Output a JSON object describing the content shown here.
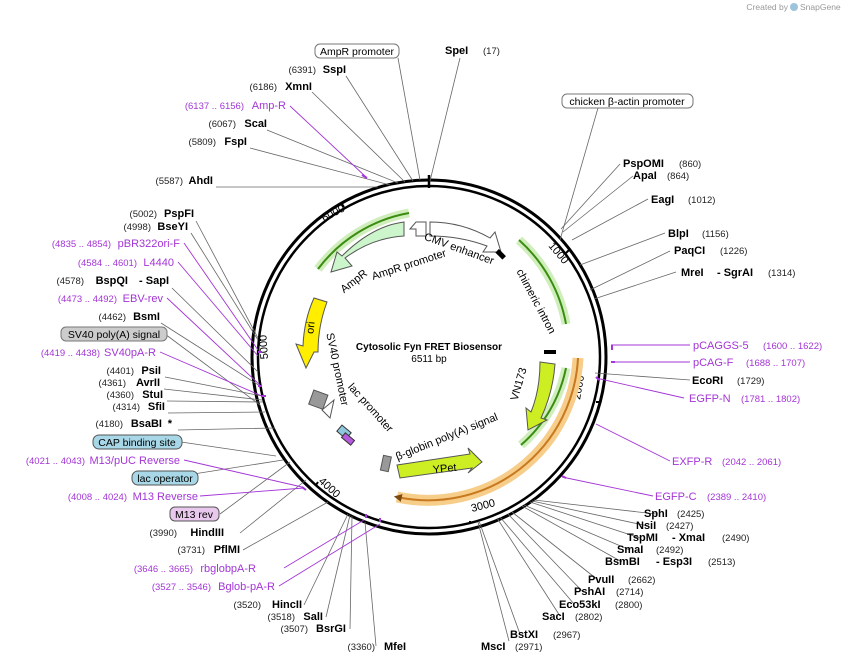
{
  "credit": {
    "prefix": "Created by",
    "brand": "SnapGene"
  },
  "plasmid": {
    "name": "Cytosolic Fyn FRET Biosensor",
    "length": "6511 bp"
  },
  "ticks": [
    "1000",
    "2000",
    "3000",
    "4000",
    "5000",
    "6000"
  ],
  "enzymes": [
    {
      "name": "SpeI",
      "pos": "(17)"
    },
    {
      "name": "SspI",
      "pos": "(6391)"
    },
    {
      "name": "XmnI",
      "pos": "(6186)"
    },
    {
      "name": "ScaI",
      "pos": "(6067)"
    },
    {
      "name": "FspI",
      "pos": "(5809)"
    },
    {
      "name": "AhdI",
      "pos": "(5587)"
    },
    {
      "name": "PspFI",
      "pos": "(5002)"
    },
    {
      "name": "BseYI",
      "pos": "(4998)"
    },
    {
      "name": "BspQI",
      "suffix": "- SapI",
      "pos": "(4578)"
    },
    {
      "name": "BsmI",
      "pos": "(4462)"
    },
    {
      "name": "PsiI",
      "pos": "(4401)"
    },
    {
      "name": "AvrII",
      "pos": "(4361)"
    },
    {
      "name": "StuI",
      "pos": "(4360)"
    },
    {
      "name": "SfiI",
      "pos": "(4314)"
    },
    {
      "name": "BsaBI",
      "suffix": "*",
      "pos": "(4180)"
    },
    {
      "name": "HindIII",
      "pos": "(3990)"
    },
    {
      "name": "PflMI",
      "pos": "(3731)"
    },
    {
      "name": "HincII",
      "pos": "(3520)"
    },
    {
      "name": "SalI",
      "pos": "(3518)"
    },
    {
      "name": "BsrGI",
      "pos": "(3507)"
    },
    {
      "name": "MfeI",
      "pos": "(3360)"
    },
    {
      "name": "MscI",
      "pos": "(2971)"
    },
    {
      "name": "BstXI",
      "pos": "(2967)"
    },
    {
      "name": "SacI",
      "pos": "(2802)"
    },
    {
      "name": "Eco53kI",
      "pos": "(2800)"
    },
    {
      "name": "PshAI",
      "pos": "(2714)"
    },
    {
      "name": "PvuII",
      "pos": "(2662)"
    },
    {
      "name": "BsmBI",
      "suffix": "- Esp3I",
      "pos": "(2513)"
    },
    {
      "name": "SmaI",
      "pos": "(2492)"
    },
    {
      "name": "TspMI",
      "suffix": "- XmaI",
      "pos": "(2490)"
    },
    {
      "name": "NsiI",
      "pos": "(2427)"
    },
    {
      "name": "SphI",
      "pos": "(2425)"
    },
    {
      "name": "EcoRI",
      "pos": "(1729)"
    },
    {
      "name": "MreI",
      "suffix": "- SgrAI",
      "pos": "(1314)"
    },
    {
      "name": "PaqCI",
      "pos": "(1226)"
    },
    {
      "name": "BlpI",
      "pos": "(1156)"
    },
    {
      "name": "EagI",
      "pos": "(1012)"
    },
    {
      "name": "ApaI",
      "pos": "(864)"
    },
    {
      "name": "PspOMI",
      "pos": "(860)"
    }
  ],
  "primers": [
    {
      "name": "Amp-R",
      "pos": "(6137 .. 6156)"
    },
    {
      "name": "pBR322ori-F",
      "pos": "(4835 .. 4854)"
    },
    {
      "name": "L4440",
      "pos": "(4584 .. 4601)"
    },
    {
      "name": "EBV-rev",
      "pos": "(4473 .. 4492)"
    },
    {
      "name": "SV40pA-R",
      "pos": "(4419 .. 4438)"
    },
    {
      "name": "M13/pUC Reverse",
      "pos": "(4021 .. 4043)"
    },
    {
      "name": "M13 Reverse",
      "pos": "(4008 .. 4024)"
    },
    {
      "name": "rbglobpA-R",
      "pos": "(3646 .. 3665)"
    },
    {
      "name": "Bglob-pA-R",
      "pos": "(3527 .. 3546)"
    },
    {
      "name": "pCAGGS-5",
      "pos": "(1600 .. 1622)"
    },
    {
      "name": "pCAG-F",
      "pos": "(1688 .. 1707)"
    },
    {
      "name": "EGFP-N",
      "pos": "(1781 .. 1802)"
    },
    {
      "name": "EXFP-R",
      "pos": "(2042 .. 2061)"
    },
    {
      "name": "EGFP-C",
      "pos": "(2389 .. 2410)"
    }
  ],
  "boxed_features": [
    {
      "name": "AmpR promoter"
    },
    {
      "name": "chicken β-actin promoter"
    },
    {
      "name": "SV40 poly(A) signal"
    },
    {
      "name": "CAP binding site"
    },
    {
      "name": "lac operator"
    },
    {
      "name": "M13 rev"
    }
  ],
  "features": [
    {
      "name": "CMV enhancer"
    },
    {
      "name": "chimeric intron"
    },
    {
      "name": "VN173"
    },
    {
      "name": "YPet"
    },
    {
      "name": "β-globin poly(A) signal"
    },
    {
      "name": "lac promoter"
    },
    {
      "name": "SV40 promoter"
    },
    {
      "name": "ori"
    },
    {
      "name": "AmpR"
    },
    {
      "name": "AmpR promoter"
    }
  ],
  "colors": {
    "primer": "#a435d6",
    "ampr": "#ccf5cc",
    "ori": "#ffee00",
    "ypet": "#ccee22",
    "vn173": "#ccee22",
    "capbox": "#a8d8e8",
    "m13box": "#e8c8ec",
    "sv40box": "#cccccc",
    "orange": "#f5c070"
  }
}
